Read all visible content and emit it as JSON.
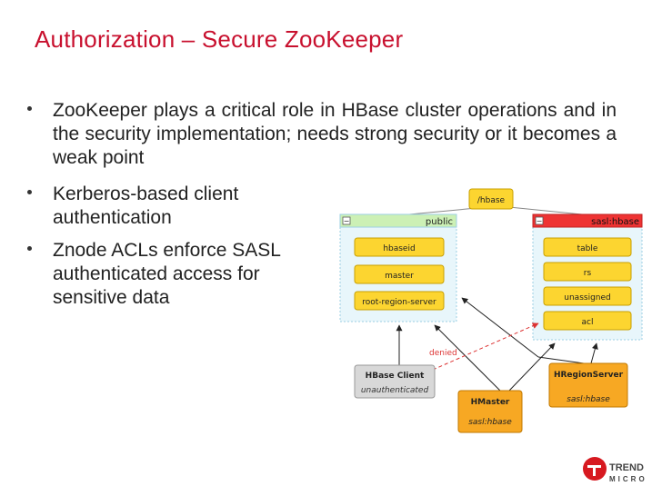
{
  "slide": {
    "title": "Authorization – Secure ZooKeeper",
    "bullets": [
      "ZooKeeper plays a critical role in HBase cluster operations and in the security implementation; needs strong security or it becomes a weak point",
      "Kerberos-based client authentication",
      "Znode ACLs enforce SASL authenticated access for sensitive data"
    ]
  },
  "diagram": {
    "root_node": "/hbase",
    "public_panel": {
      "title": "public",
      "collapse_symbol": "−",
      "items": [
        "hbaseid",
        "master",
        "root-region-server"
      ]
    },
    "secure_panel": {
      "title": "sasl:hbase",
      "collapse_symbol": "−",
      "items": [
        "table",
        "rs",
        "unassigned",
        "acl"
      ]
    },
    "clients": [
      {
        "name": "HBase Client",
        "auth": "unauthenticated"
      },
      {
        "name": "HMaster",
        "auth": "sasl:hbase"
      },
      {
        "name": "HRegionServer",
        "auth": "sasl:hbase"
      }
    ],
    "denied_label": "denied",
    "colors": {
      "public_header": "#ccf0b5",
      "secure_header": "#ee3333",
      "panel_bg": "#e8f6fb",
      "item_fill": "#fcd530",
      "client_fill": "#d8d8d8",
      "service_fill": "#f7a823",
      "denied": "#dd3333"
    }
  },
  "logo": {
    "line1": "TREND",
    "line2": "MICRO"
  }
}
